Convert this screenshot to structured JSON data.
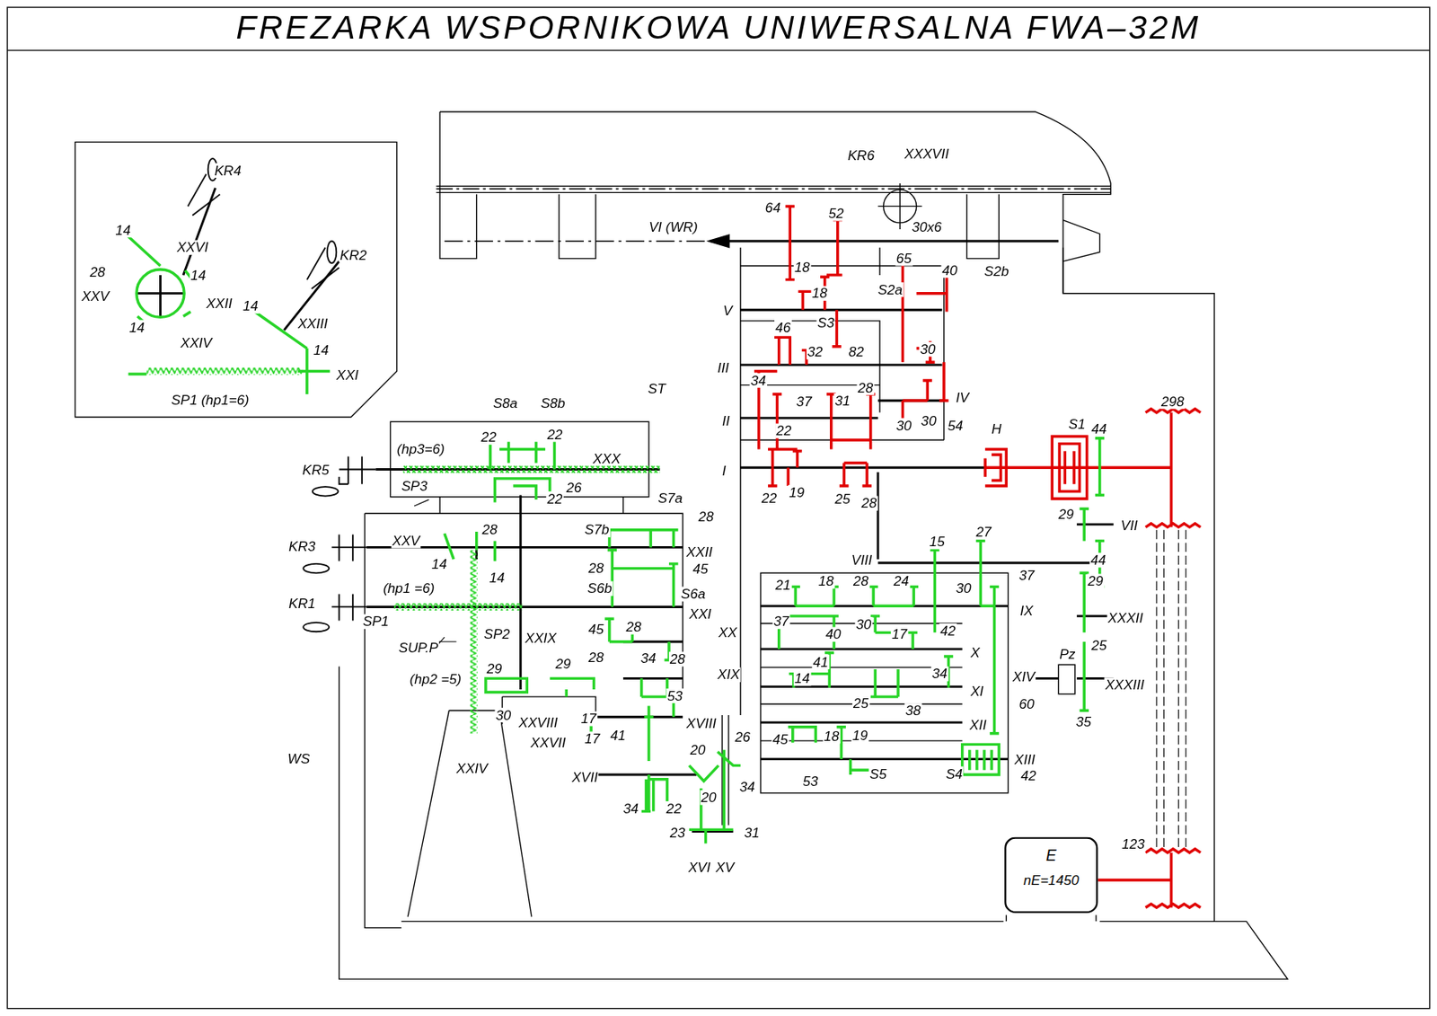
{
  "diagram": {
    "title": "FREZARKA WSPORNIKOWA UNIWERSALNA FWA–32M",
    "nodes": [
      {
        "text": [
          "E",
          "nE=1450"
        ]
      }
    ],
    "labels": [
      "KR4",
      "14",
      "XXVI",
      "KR2",
      "28",
      "14",
      "XXV",
      "XXII",
      "14",
      "14",
      "XXIII",
      "XXIV",
      "14",
      "XXI",
      "SP1 (hp1=6)",
      "ST",
      "S8a",
      "S8b",
      "22",
      "22",
      "KR5",
      "(hp3=6)",
      "XXX",
      "SP3",
      "26",
      "22",
      "S7a",
      "S7b",
      "28",
      "28",
      "XXV",
      "14",
      "14",
      "KR3",
      "XXII",
      "28",
      "S6b",
      "45",
      "S6a",
      "KR1",
      "(hp1 =6)",
      "XXI",
      "SP1",
      "SUP.P",
      "SP2",
      "XXIX",
      "45",
      "28",
      "XX",
      "28",
      "34",
      "28",
      "XIX",
      "(hp2 =5)",
      "29",
      "29",
      "53",
      "30",
      "XXVIII",
      "XXVII",
      "XVIII",
      "17",
      "17",
      "41",
      "WS",
      "20",
      "26",
      "XXIV",
      "XVII",
      "34",
      "20",
      "34",
      "22",
      "23",
      "31",
      "XVI",
      "XV",
      "KR6",
      "XXXVII",
      "64",
      "52",
      "30x6",
      "VI (WR)",
      "65",
      "40",
      "S2b",
      "18",
      "18",
      "S2a",
      "S3",
      "V",
      "46",
      "32",
      "82",
      "30",
      "III",
      "34",
      "37",
      "31",
      "28",
      "IV",
      "II",
      "22",
      "30",
      "30",
      "54",
      "H",
      "S1",
      "44",
      "298",
      "I",
      "22",
      "19",
      "25",
      "28",
      "29",
      "VII",
      "27",
      "15",
      "VIII",
      "44",
      "30",
      "37",
      "21",
      "18",
      "28",
      "24",
      "29",
      "IX",
      "XXXII",
      "37",
      "40",
      "30",
      "17",
      "42",
      "25",
      "X",
      "41",
      "34",
      "XIV",
      "Pz",
      "XXXIII",
      "14",
      "XI",
      "60",
      "25",
      "38",
      "35",
      "XII",
      "45",
      "18",
      "19",
      "XIII",
      "53",
      "S5",
      "S4",
      "42",
      "123"
    ]
  }
}
